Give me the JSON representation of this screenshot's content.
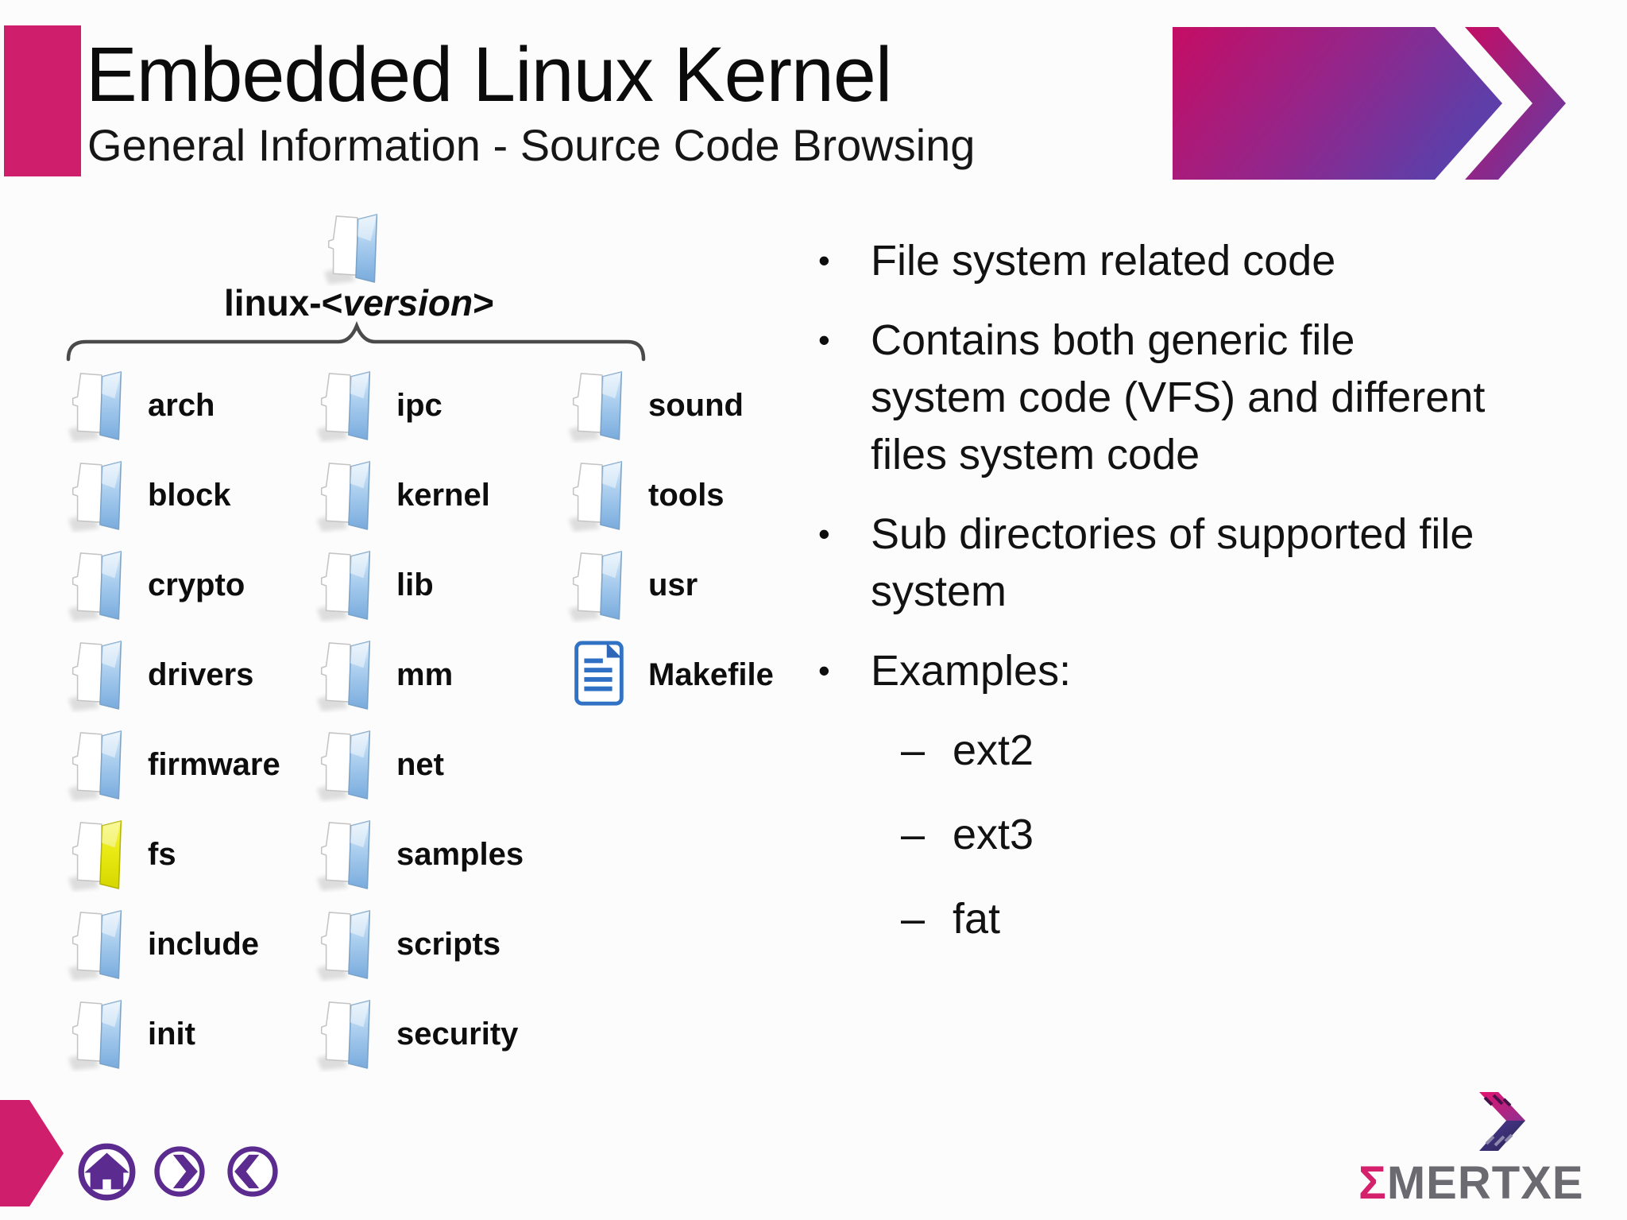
{
  "header": {
    "title": "Embedded Linux Kernel",
    "subtitle": "General Information - Source Code Browsing"
  },
  "tree": {
    "root": {
      "prefix": "linux-<",
      "version": "version",
      "suffix": ">"
    },
    "columns": [
      {
        "items": [
          {
            "label": "arch"
          },
          {
            "label": "block"
          },
          {
            "label": "crypto"
          },
          {
            "label": "drivers"
          },
          {
            "label": "firmware"
          },
          {
            "label": "fs"
          },
          {
            "label": "include"
          },
          {
            "label": "init"
          }
        ]
      },
      {
        "items": [
          {
            "label": "ipc"
          },
          {
            "label": "kernel"
          },
          {
            "label": "lib"
          },
          {
            "label": "mm"
          },
          {
            "label": "net"
          },
          {
            "label": "samples"
          },
          {
            "label": "scripts"
          },
          {
            "label": "security"
          }
        ]
      },
      {
        "items": [
          {
            "label": "sound"
          },
          {
            "label": "tools"
          },
          {
            "label": "usr"
          },
          {
            "label": "Makefile"
          }
        ]
      }
    ]
  },
  "bullets": [
    {
      "lines": [
        "File system related code"
      ]
    },
    {
      "lines": [
        "Contains both generic file",
        "system code (VFS) and different",
        "files system code"
      ]
    },
    {
      "lines": [
        "Sub directories of supported file",
        "system"
      ]
    },
    {
      "lines": [
        "Examples:"
      ]
    }
  ],
  "sub_bullets": [
    {
      "marker": "–",
      "label": "ext2"
    },
    {
      "marker": "–",
      "label": "ext3"
    },
    {
      "marker": "–",
      "label": "fat"
    }
  ],
  "footer": {
    "logo": {
      "sigma": "Σ",
      "rest": "MERTXE"
    }
  },
  "colors": {
    "accent_pink": "#ce1e6c",
    "nav_purple": "#5c2b8f",
    "gradient_start": "#c50d64",
    "gradient_end": "#5e3ea8",
    "folder_highlight_yellow": "#e3e300",
    "logo_gray": "#6b6a70"
  }
}
